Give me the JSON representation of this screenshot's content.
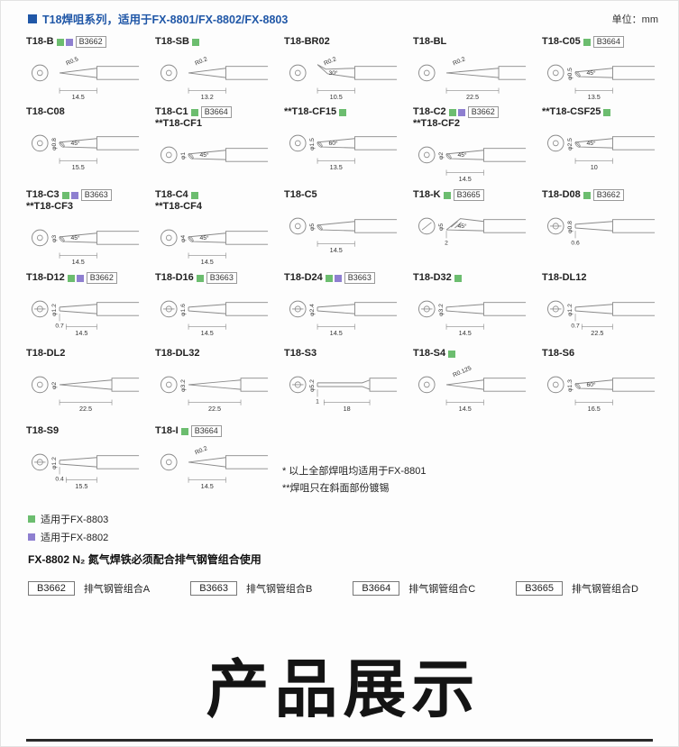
{
  "page": {
    "header": {
      "title": "T18焊咀系列，适用于FX-8801/FX-8802/FX-8803",
      "unit": "单位：mm"
    },
    "notes": {
      "note1": "* 以上全部焊咀均适用于FX-8801",
      "note2": "**焊咀只在斜面部份镀锡"
    },
    "legend": [
      {
        "color_key": "green",
        "label": "适用于FX-8803"
      },
      {
        "color_key": "purple",
        "label": "适用于FX-8802"
      }
    ],
    "n2_note": "FX-8802 N₂ 氮气焊铁必须配合排气钢管组合使用",
    "combos": [
      {
        "code": "B3662",
        "label": "排气钢管组合A"
      },
      {
        "code": "B3663",
        "label": "排气钢管组合B"
      },
      {
        "code": "B3664",
        "label": "排气钢管组合C"
      },
      {
        "code": "B3665",
        "label": "排气钢管组合D"
      }
    ],
    "footer_title": "产品展示"
  },
  "colors": {
    "accent_blue": "#2057a7",
    "green": "#6cbd6f",
    "purple": "#8e7fd0"
  },
  "tips": [
    {
      "name": "T18-B",
      "name2": "",
      "marks": [
        "green",
        "purple"
      ],
      "badge": "B3662",
      "shape": "cone",
      "dia": "R0.5",
      "angle": "",
      "extra": "",
      "len": "14.5"
    },
    {
      "name": "T18-SB",
      "name2": "",
      "marks": [
        "green"
      ],
      "badge": "",
      "shape": "cone",
      "dia": "R0.2",
      "angle": "",
      "extra": "",
      "len": "13.2"
    },
    {
      "name": "T18-BR02",
      "name2": "",
      "marks": [],
      "badge": "",
      "shape": "bent",
      "dia": "R0.2",
      "angle": "30°",
      "extra": "",
      "len": "10.5"
    },
    {
      "name": "T18-BL",
      "name2": "",
      "marks": [],
      "badge": "",
      "shape": "longcone",
      "dia": "R0.2",
      "angle": "",
      "extra": "",
      "len": "22.5"
    },
    {
      "name": "T18-C05",
      "name2": "",
      "marks": [
        "green"
      ],
      "badge": "B3664",
      "shape": "bevel",
      "dia": "φ0.5",
      "angle": "45°",
      "extra": "",
      "len": "13.5"
    },
    {
      "name": "T18-C08",
      "name2": "",
      "marks": [],
      "badge": "",
      "shape": "bevel",
      "dia": "φ0.8",
      "angle": "45°",
      "extra": "",
      "len": "15.5"
    },
    {
      "name": "T18-C1",
      "name2": "**T18-CF1",
      "marks": [
        "green"
      ],
      "badge": "B3664",
      "shape": "bevel",
      "dia": "φ1",
      "angle": "45°",
      "extra": "",
      "len": ""
    },
    {
      "name": "**T18-CF15",
      "name2": "",
      "marks": [
        "green"
      ],
      "badge": "",
      "shape": "bevel",
      "dia": "φ1.5",
      "angle": "60°",
      "extra": "",
      "len": "13.5"
    },
    {
      "name": "T18-C2",
      "name2": "**T18-CF2",
      "marks": [
        "green",
        "purple"
      ],
      "badge": "B3662",
      "shape": "bevel",
      "dia": "φ2",
      "angle": "45°",
      "extra": "",
      "len": "14.5"
    },
    {
      "name": "**T18-CSF25",
      "name2": "",
      "marks": [
        "green"
      ],
      "badge": "",
      "shape": "bevel",
      "dia": "φ2.5",
      "angle": "45°",
      "extra": "",
      "len": "10"
    },
    {
      "name": "T18-C3",
      "name2": "**T18-CF3",
      "marks": [
        "green",
        "purple"
      ],
      "badge": "B3663",
      "shape": "bevel",
      "dia": "φ3",
      "angle": "45°",
      "extra": "",
      "len": "14.5"
    },
    {
      "name": "T18-C4",
      "name2": "**T18-CF4",
      "marks": [
        "green"
      ],
      "badge": "",
      "shape": "bevel",
      "dia": "φ4",
      "angle": "45°",
      "extra": "",
      "len": "14.5"
    },
    {
      "name": "T18-C5",
      "name2": "",
      "marks": [],
      "badge": "",
      "shape": "bevel",
      "dia": "φ5",
      "angle": "",
      "extra": "",
      "len": "14.5"
    },
    {
      "name": "T18-K",
      "name2": "",
      "marks": [
        "green"
      ],
      "badge": "B3665",
      "shape": "knife",
      "dia": "φ5",
      "angle": "45°",
      "extra": "2",
      "len": ""
    },
    {
      "name": "T18-D08",
      "name2": "",
      "marks": [
        "green"
      ],
      "badge": "B3662",
      "shape": "chisel",
      "dia": "φ0.8",
      "angle": "",
      "extra": "0.6",
      "len": ""
    },
    {
      "name": "T18-D12",
      "name2": "",
      "marks": [
        "green",
        "purple"
      ],
      "badge": "B3662",
      "shape": "chisel",
      "dia": "φ1.2",
      "angle": "",
      "extra": "0.7",
      "len": "14.5"
    },
    {
      "name": "T18-D16",
      "name2": "",
      "marks": [
        "green"
      ],
      "badge": "B3663",
      "shape": "chisel",
      "dia": "φ1.6",
      "angle": "",
      "extra": "",
      "len": "14.5"
    },
    {
      "name": "T18-D24",
      "name2": "",
      "marks": [
        "green",
        "purple"
      ],
      "badge": "B3663",
      "shape": "chisel",
      "dia": "φ2.4",
      "angle": "",
      "extra": "",
      "len": "14.5"
    },
    {
      "name": "T18-D32",
      "name2": "",
      "marks": [
        "green"
      ],
      "badge": "",
      "shape": "chisel",
      "dia": "φ3.2",
      "angle": "",
      "extra": "",
      "len": "14.5"
    },
    {
      "name": "T18-DL12",
      "name2": "",
      "marks": [],
      "badge": "",
      "shape": "chisel",
      "dia": "φ1.2",
      "angle": "",
      "extra": "0.7",
      "len": "22.5"
    },
    {
      "name": "T18-DL2",
      "name2": "",
      "marks": [],
      "badge": "",
      "shape": "longcone",
      "dia": "φ2",
      "angle": "",
      "extra": "",
      "len": "22.5"
    },
    {
      "name": "T18-DL32",
      "name2": "",
      "marks": [],
      "badge": "",
      "shape": "longcone",
      "dia": "φ3.2",
      "angle": "",
      "extra": "",
      "len": "22.5"
    },
    {
      "name": "T18-S3",
      "name2": "",
      "marks": [],
      "badge": "",
      "shape": "spade",
      "dia": "φ5.2",
      "angle": "",
      "extra": "1",
      "len": "18"
    },
    {
      "name": "T18-S4",
      "name2": "",
      "marks": [
        "green"
      ],
      "badge": "",
      "shape": "cone",
      "dia": "R0.125",
      "angle": "",
      "extra": "",
      "len": "14.5"
    },
    {
      "name": "T18-S6",
      "name2": "",
      "marks": [],
      "badge": "",
      "shape": "bevel",
      "dia": "φ1.3",
      "angle": "60°",
      "extra": "",
      "len": "16.5"
    },
    {
      "name": "T18-S9",
      "name2": "",
      "marks": [],
      "badge": "",
      "shape": "chisel",
      "dia": "φ1.2",
      "angle": "",
      "extra": "0.4",
      "len": "15.5"
    },
    {
      "name": "T18-I",
      "name2": "",
      "marks": [
        "green"
      ],
      "badge": "B3664",
      "shape": "cone",
      "dia": "R0.2",
      "angle": "",
      "extra": "",
      "len": "14.5"
    }
  ]
}
